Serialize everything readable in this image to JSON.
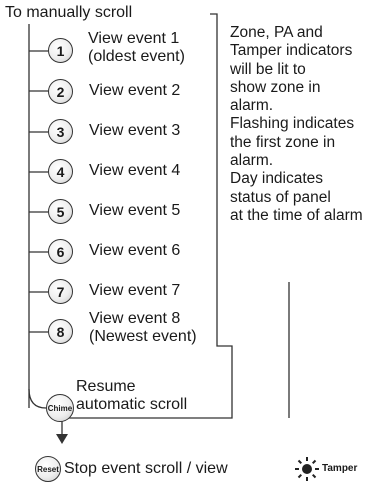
{
  "title": "To manually  scroll",
  "note": "Zone, PA and\nTamper  indicators\nwill be lit to\nshow zone in\nalarm.\nFlashing indicates\nthe first zone in\nalarm.\nDay indicates\nstatus of panel\nat the time of alarm",
  "steps": [
    {
      "key": "1",
      "label": "View event 1\n(oldest event)"
    },
    {
      "key": "2",
      "label": "View event 2"
    },
    {
      "key": "3",
      "label": "View event 3"
    },
    {
      "key": "4",
      "label": "View event 4"
    },
    {
      "key": "5",
      "label": "View event 5"
    },
    {
      "key": "6",
      "label": "View event 6"
    },
    {
      "key": "7",
      "label": "View event 7"
    },
    {
      "key": "8",
      "label": "View event 8\n(Newest event)"
    }
  ],
  "chime": {
    "key": "Chime",
    "label": "Resume\nautomatic scroll"
  },
  "reset": {
    "key": "Reset",
    "label": "Stop event scroll / view"
  },
  "tamper": {
    "label": "Tamper",
    "icon": "tamper-indicator-icon"
  }
}
